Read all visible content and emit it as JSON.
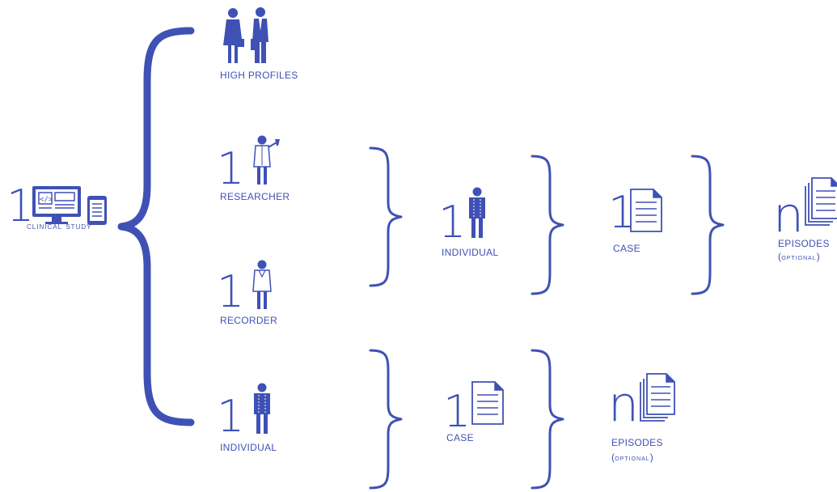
{
  "colors": {
    "accent": "#3f51b5"
  },
  "root": {
    "count": "1",
    "label": "Clinical Study",
    "icon": "computer-devices-icon"
  },
  "branch_top": {
    "high_profiles": {
      "label": "HIGH PROFILES",
      "icon": "business-people-icon"
    },
    "researcher": {
      "count": "1",
      "label": "RESEARCHER",
      "icon": "scientist-icon"
    },
    "recorder": {
      "count": "1",
      "label": "RECORDER",
      "icon": "doctor-icon"
    },
    "individual": {
      "count": "1",
      "label": "INDIVIDUAL",
      "icon": "person-body-icon"
    },
    "case": {
      "count": "1",
      "label": "CASE",
      "icon": "document-icon"
    },
    "episodes": {
      "count": "n",
      "label": "EPISODES",
      "sublabel_open": "(",
      "sublabel": "optional",
      "sublabel_close": ")",
      "icon": "documents-stack-icon"
    }
  },
  "branch_bottom": {
    "individual": {
      "count": "1",
      "label": "INDIVIDUAL",
      "icon": "person-body-icon"
    },
    "case": {
      "count": "1",
      "label": "CASE",
      "icon": "document-icon"
    },
    "episodes": {
      "count": "n",
      "label": "EPISODES",
      "sublabel_open": "(",
      "sublabel": "optional",
      "sublabel_close": ")",
      "icon": "documents-stack-icon"
    }
  }
}
